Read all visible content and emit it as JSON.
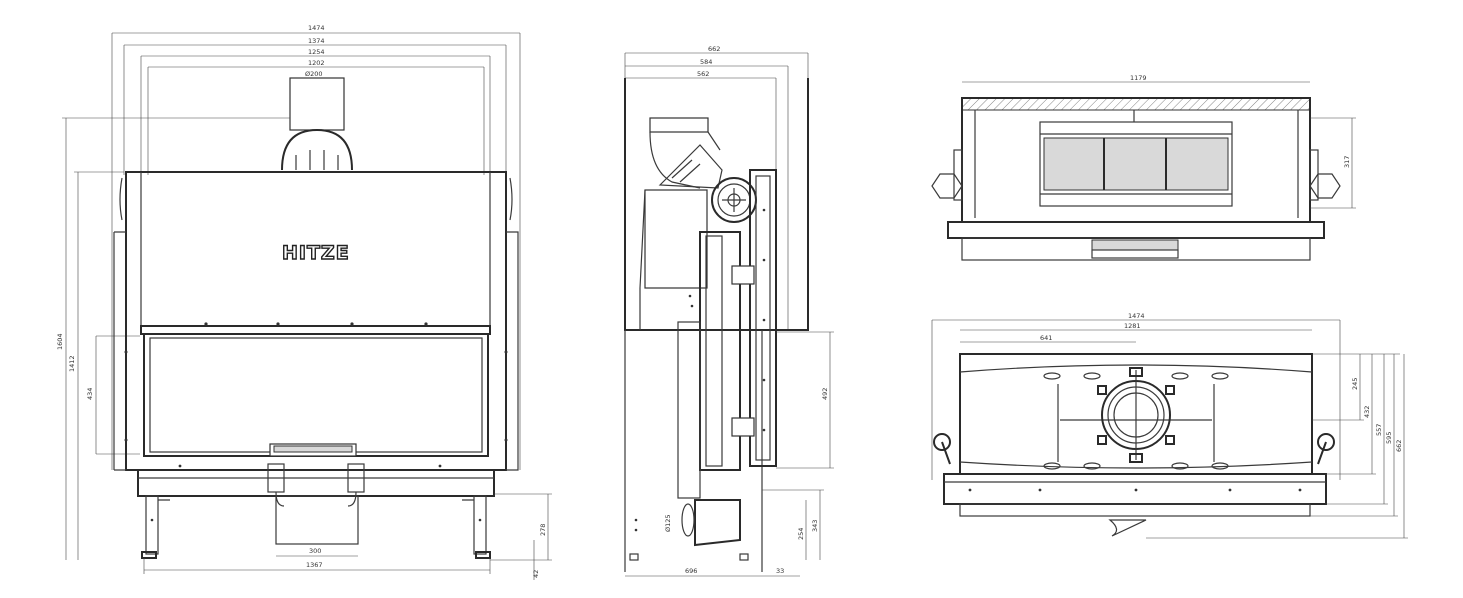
{
  "brand": "HITZE",
  "front_view": {
    "overall_width": "1474",
    "width_1374": "1374",
    "width_1254": "1254",
    "width_1202": "1202",
    "flue_diameter": "Ø200",
    "height_overall": "1604",
    "height_1412": "1412",
    "opening_height": "434",
    "leg_height": "278",
    "floor_gap": "42",
    "bottom_width": "1367",
    "outlet_width": "300"
  },
  "side_view": {
    "depth_662": "662",
    "depth_584": "584",
    "depth_562": "562",
    "opening_height": "492",
    "pipe_diameter": "Ø125",
    "height_254": "254",
    "height_343": "343",
    "base_depth": "696",
    "offset": "33"
  },
  "top_view": {
    "grate_width": "1179",
    "depth": "317"
  },
  "bottom_view": {
    "overall_width": "1474",
    "width_1281": "1281",
    "offset_641": "641",
    "depth_245": "245",
    "depth_432": "432",
    "depth_557": "557",
    "depth_595": "595",
    "depth_662": "662"
  }
}
